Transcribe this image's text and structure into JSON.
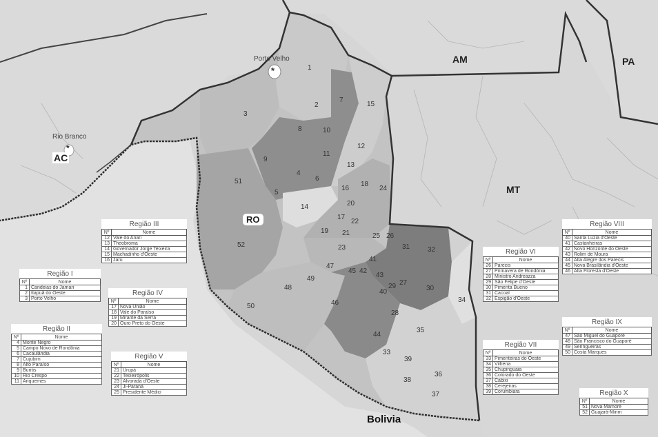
{
  "states": {
    "am": "AM",
    "pa": "PA",
    "mt": "MT",
    "ac": "AC",
    "ro": "RO"
  },
  "country": "Bolivia",
  "cities": {
    "porto_velho": "Porto Velho",
    "rio_branco": "Rio Branco"
  },
  "municipality_numbers": [
    "1",
    "2",
    "3",
    "4",
    "5",
    "6",
    "7",
    "8",
    "9",
    "10",
    "11",
    "12",
    "13",
    "14",
    "15",
    "16",
    "17",
    "18",
    "19",
    "20",
    "21",
    "22",
    "23",
    "24",
    "25",
    "26",
    "27",
    "28",
    "29",
    "30",
    "31",
    "32",
    "33",
    "34",
    "35",
    "36",
    "37",
    "38",
    "39",
    "40",
    "41",
    "42",
    "43",
    "44",
    "45",
    "46",
    "47",
    "48",
    "49",
    "50",
    "51",
    "52"
  ],
  "table_headers": {
    "num": "Nº",
    "name": "Nome"
  },
  "regions": [
    {
      "title": "Região I",
      "rows": [
        [
          "1",
          "Candeias do Jamari"
        ],
        [
          "2",
          "Itapuã do Oeste"
        ],
        [
          "3",
          "Porto Velho"
        ]
      ]
    },
    {
      "title": "Região II",
      "rows": [
        [
          "4",
          "Monte Negro"
        ],
        [
          "5",
          "Campo Novo de Rondônia"
        ],
        [
          "6",
          "Cacaulândia"
        ],
        [
          "7",
          "Cujubim"
        ],
        [
          "8",
          "Alto Paraíso"
        ],
        [
          "9",
          "Buritis"
        ],
        [
          "10",
          "Rio Crespo"
        ],
        [
          "11",
          "Ariquemes"
        ]
      ]
    },
    {
      "title": "Região III",
      "rows": [
        [
          "12",
          "Vale do Anari"
        ],
        [
          "13",
          "Theobroma"
        ],
        [
          "14",
          "Governador Jorge Teixeira"
        ],
        [
          "15",
          "Machadinho d'Oeste"
        ],
        [
          "16",
          "Jaru"
        ]
      ]
    },
    {
      "title": "Região IV",
      "rows": [
        [
          "17",
          "Nova União"
        ],
        [
          "18",
          "Vale do Paraíso"
        ],
        [
          "19",
          "Mirante da Serra"
        ],
        [
          "20",
          "Ouro Preto do Oeste"
        ]
      ]
    },
    {
      "title": "Região V",
      "rows": [
        [
          "21",
          "Urupá"
        ],
        [
          "22",
          "Teixeirópolis"
        ],
        [
          "23",
          "Alvorada d'Oeste"
        ],
        [
          "24",
          "Ji-Paraná"
        ],
        [
          "25",
          "Presidente Médici"
        ]
      ]
    },
    {
      "title": "Região VI",
      "rows": [
        [
          "26",
          "Parecis"
        ],
        [
          "27",
          "Primavera de Rondônia"
        ],
        [
          "28",
          "Ministro Andreazza"
        ],
        [
          "29",
          "São Felipe d'Oeste"
        ],
        [
          "30",
          "Pimenta Bueno"
        ],
        [
          "31",
          "Cacoal"
        ],
        [
          "32",
          "Espigão d'Oeste"
        ]
      ]
    },
    {
      "title": "Região VII",
      "rows": [
        [
          "33",
          "Pimenteiras do Oeste"
        ],
        [
          "34",
          "Vilhena"
        ],
        [
          "35",
          "Chupinguaia"
        ],
        [
          "36",
          "Colorado do Oeste"
        ],
        [
          "37",
          "Cabixi"
        ],
        [
          "38",
          "Cerejeiras"
        ],
        [
          "39",
          "Corumbiara"
        ]
      ]
    },
    {
      "title": "Região VIII",
      "rows": [
        [
          "40",
          "Santa Luzia d'Oeste"
        ],
        [
          "41",
          "Castanheiras"
        ],
        [
          "42",
          "Novo Horizonte do Oeste"
        ],
        [
          "43",
          "Rolim de Moura"
        ],
        [
          "44",
          "Alta Alegre dos Parecis"
        ],
        [
          "45",
          "Nova Brasilândia d'Oeste"
        ],
        [
          "46",
          "Alta Floresta d'Oeste"
        ]
      ]
    },
    {
      "title": "Região IX",
      "rows": [
        [
          "47",
          "São Miguel do Guaporé"
        ],
        [
          "48",
          "São Francisco do Guaporé"
        ],
        [
          "49",
          "Seringueiras"
        ],
        [
          "50",
          "Costa Marques"
        ]
      ]
    },
    {
      "title": "Região X",
      "rows": [
        [
          "51",
          "Nova Mamoré"
        ],
        [
          "52",
          "Guajará-Mirim"
        ]
      ]
    }
  ],
  "colors": {
    "background": "#d9d9d9",
    "region_light": "#c7c7c7",
    "region_mid": "#a9a9a9",
    "region_dark": "#8c8c8c",
    "region_darker": "#7a7a7a",
    "border": "#3a3a3a"
  }
}
